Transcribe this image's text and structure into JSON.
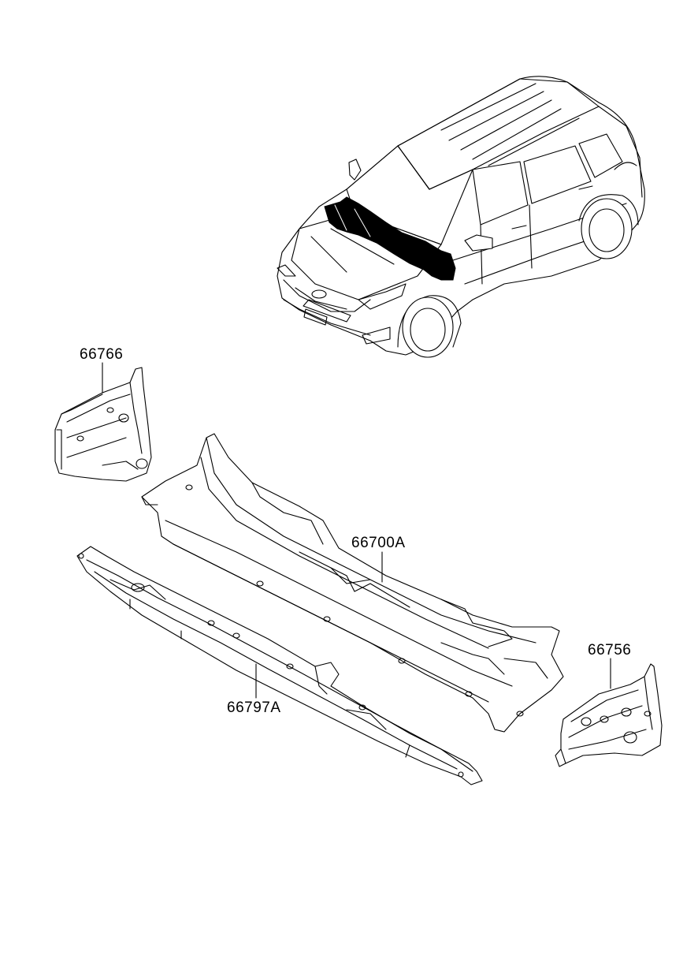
{
  "diagram": {
    "parts": [
      {
        "id": "p1",
        "number": "66766"
      },
      {
        "id": "p2",
        "number": "66700A"
      },
      {
        "id": "p3",
        "number": "66756"
      },
      {
        "id": "p4",
        "number": "66797A"
      }
    ]
  }
}
